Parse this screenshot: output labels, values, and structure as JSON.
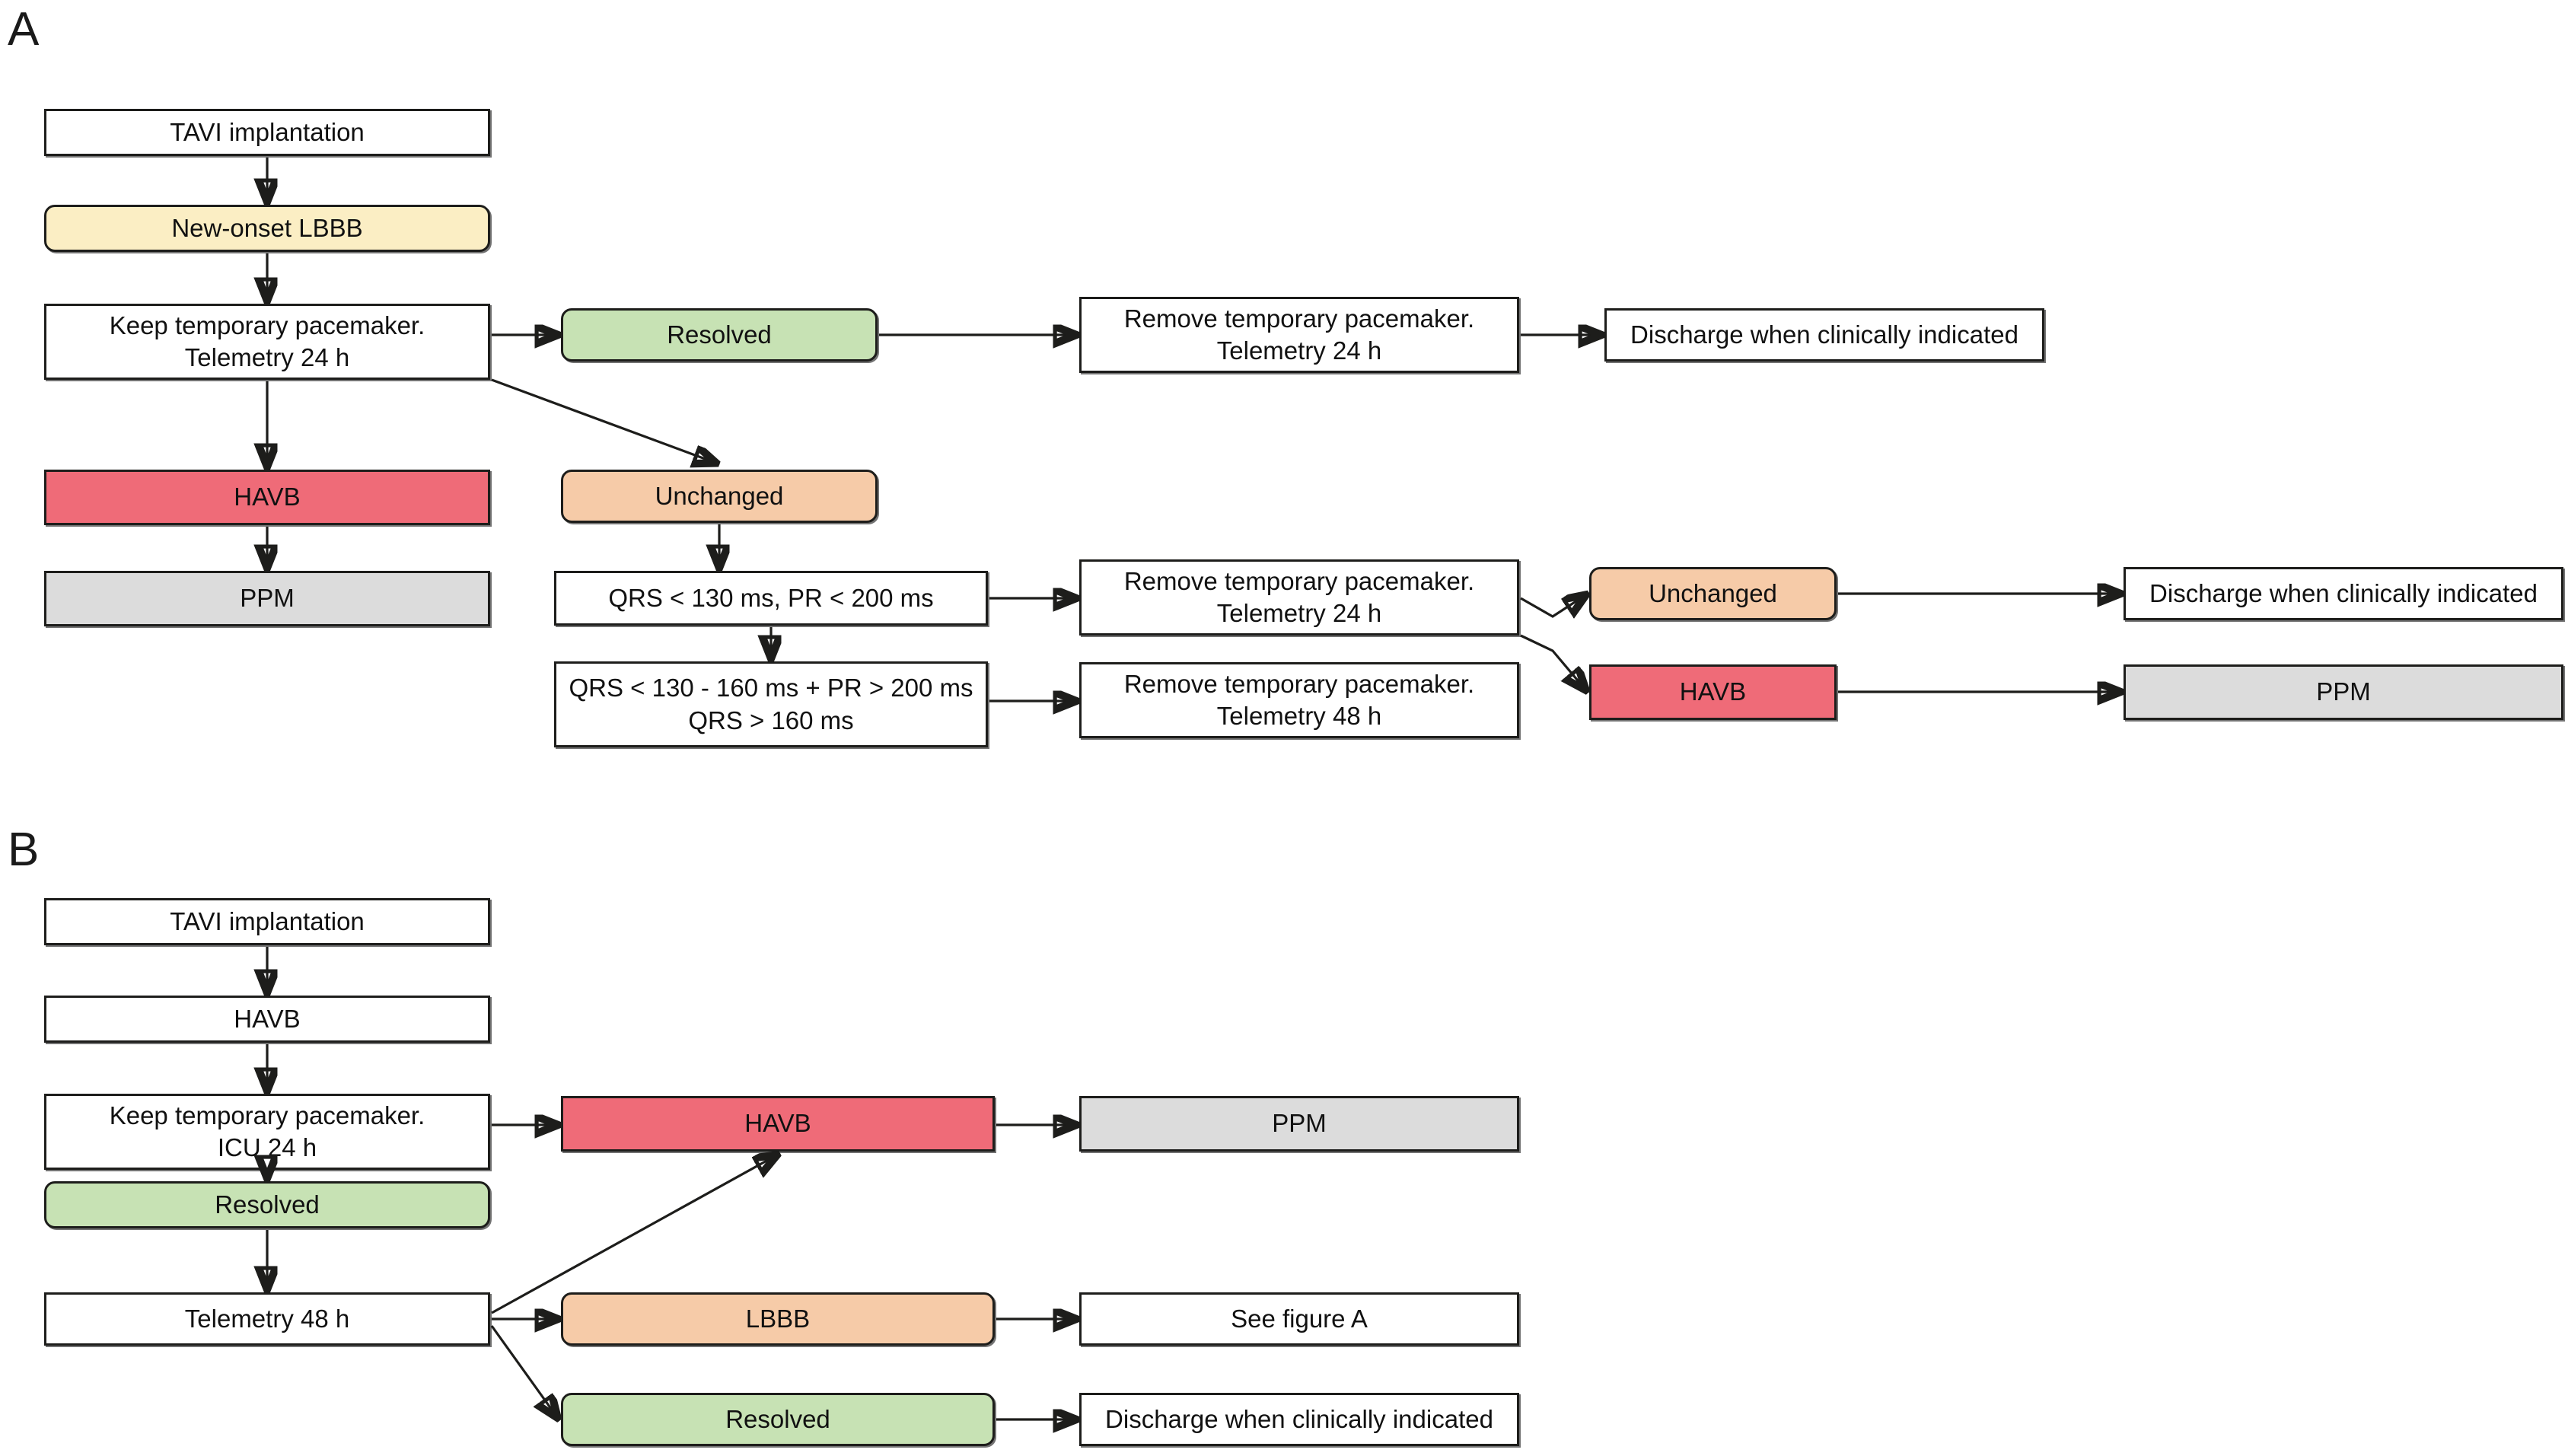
{
  "figure": {
    "panels": [
      {
        "letter": "A"
      },
      {
        "letter": "B"
      }
    ]
  },
  "colors": {
    "white": "#ffffff",
    "yellow": "#fbeec4",
    "green": "#c7e2b4",
    "orange": "#f6cba8",
    "red": "#ef6b78",
    "grey": "#dcdcdc",
    "stroke": "#1d1d1b",
    "text": "#111111"
  },
  "panelA": {
    "letter": "A",
    "nodes": {
      "tavi": {
        "text": "TAVI implantation"
      },
      "lbbb": {
        "text": "New-onset LBBB"
      },
      "keep_tpm": {
        "line1": "Keep temporary pacemaker.",
        "line2": "Telemetry 24 h"
      },
      "havb": {
        "text": "HAVB"
      },
      "ppm": {
        "text": "PPM"
      },
      "resolved": {
        "text": "Resolved"
      },
      "unchanged": {
        "text": "Unchanged"
      },
      "qrs_normal": {
        "text": "QRS < 130 ms, PR < 200 ms"
      },
      "qrs_abnormal": {
        "line1": "QRS < 130 - 160 ms + PR > 200 ms",
        "line2": "QRS > 160 ms"
      },
      "remove_tpm_24": {
        "line1": "Remove temporary pacemaker.",
        "line2": "Telemetry 24 h"
      },
      "remove_tpm_24b": {
        "line1": "Remove temporary pacemaker.",
        "line2": "Telemetry 24 h"
      },
      "remove_tpm_48": {
        "line1": "Remove temporary pacemaker.",
        "line2": "Telemetry 48 h"
      },
      "discharge_top": {
        "text": "Discharge when clinically indicated"
      },
      "unchanged_right": {
        "text": "Unchanged"
      },
      "havb_right": {
        "text": "HAVB"
      },
      "discharge_right": {
        "text": "Discharge when clinically indicated"
      },
      "ppm_right": {
        "text": "PPM"
      }
    }
  },
  "panelB": {
    "letter": "B",
    "nodes": {
      "tavi": {
        "text": "TAVI implantation"
      },
      "havb_top": {
        "text": "HAVB"
      },
      "keep_tpm": {
        "line1": "Keep temporary pacemaker.",
        "line2": "ICU 24 h"
      },
      "resolved": {
        "text": "Resolved"
      },
      "telemetry48": {
        "text": "Telemetry 48 h"
      },
      "havb_branch": {
        "text": "HAVB"
      },
      "ppm": {
        "text": "PPM"
      },
      "lbbb_branch": {
        "text": "LBBB"
      },
      "see_figure_a": {
        "text": "See figure A"
      },
      "resolved_branch": {
        "text": "Resolved"
      },
      "discharge": {
        "text": "Discharge when clinically indicated"
      }
    }
  }
}
